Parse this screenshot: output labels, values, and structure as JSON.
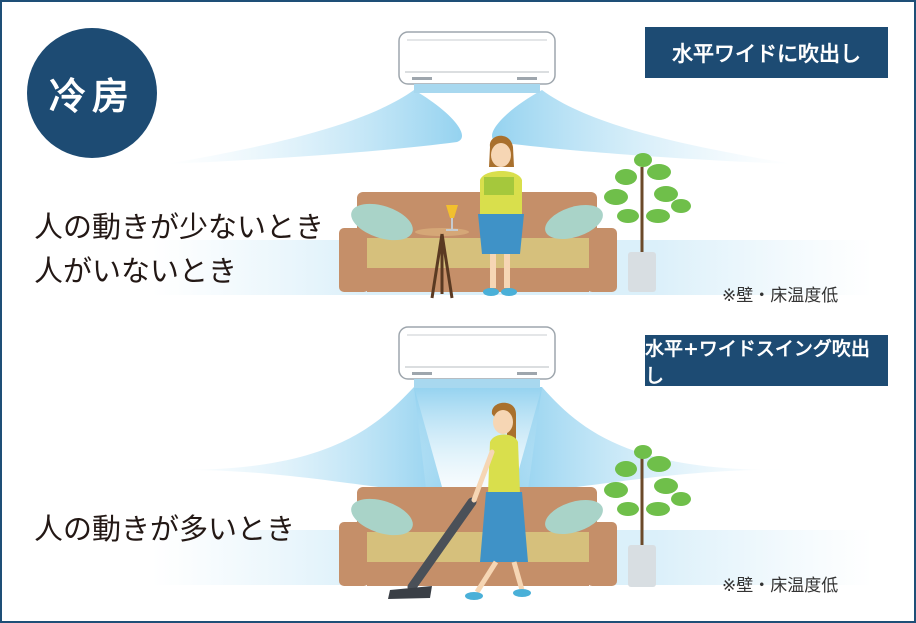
{
  "mode": "冷房",
  "scenes": [
    {
      "label": "水平ワイドに吹出し",
      "condition_lines": [
        "人の動きが少ないとき",
        "人がいないとき"
      ],
      "note": "※壁・床温度低"
    },
    {
      "label": "水平+ワイドスイング吹出し",
      "condition_lines": [
        "人の動きが多いとき"
      ],
      "note": "※壁・床温度低"
    }
  ],
  "colors": {
    "navy": "#1d4b73",
    "sofa": "#c58f69",
    "sofa_seat": "#d6c07c",
    "airflow": "#8fd0ef",
    "cushion": "#a9d3c8",
    "leaf": "#6fbf4a"
  }
}
